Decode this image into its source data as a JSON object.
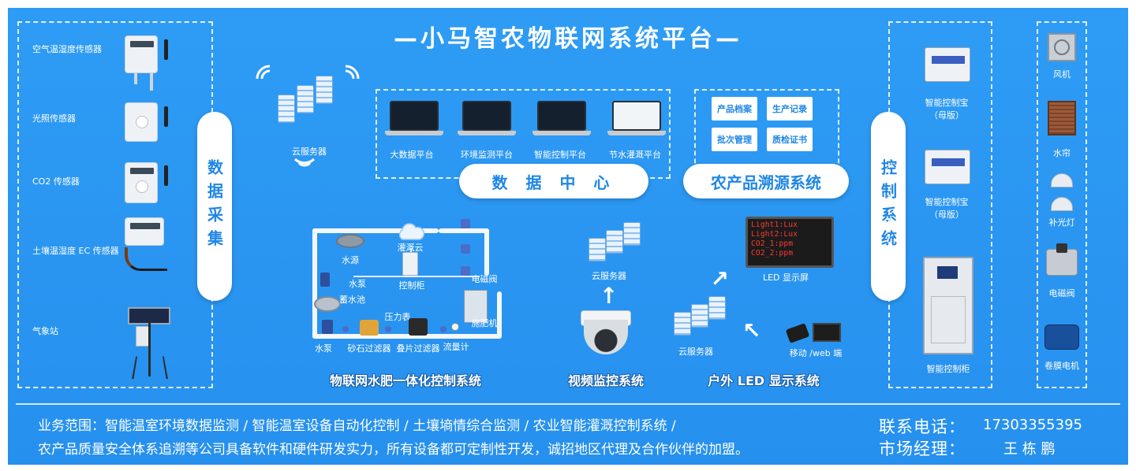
{
  "title": "—小马智农物联网系统平台—",
  "data_collection": {
    "pill": "数据采集",
    "sensors": [
      "空气温湿度传感器",
      "光照传感器",
      "CO2 传感器",
      "土壤温湿度 EC 传感器",
      "气象站"
    ]
  },
  "cloud_server_top": "云服务器",
  "data_center": {
    "pill": "数 据 中 心",
    "platforms": [
      "大数据平台",
      "环境监测平台",
      "智能控制平台",
      "节水灌溉平台"
    ]
  },
  "traceability": {
    "pill": "农产品溯源系统",
    "tiles": [
      "产品档案",
      "生产记录",
      "批次管理",
      "质检证书"
    ]
  },
  "irrigation": {
    "title": "物联网水肥一体化控制系统",
    "labels": {
      "water_source": "水源",
      "cloud": "灌溉云",
      "pump1": "水泵",
      "control_cabinet": "控制柜",
      "solenoid": "电磁阀",
      "reservoir": "蓄水池",
      "pressure": "压力表",
      "fertilizer": "施肥机",
      "pump2": "水泵",
      "sand_filter": "砂石过滤器",
      "disc_filter": "叠片过滤器",
      "flowmeter": "流量计"
    }
  },
  "video": {
    "title": "视频监控系统",
    "server": "云服务器"
  },
  "led_system": {
    "title": "户外 LED 显示系统",
    "server": "云服务器",
    "screen_label": "LED 显示屏",
    "client": "移动 /web 端",
    "screen_lines": [
      "Light1:Lux",
      "Light2:Lux",
      "CO2_1:ppm",
      "CO2_2:ppm"
    ]
  },
  "control_system": {
    "pill": "控制系统",
    "devices": [
      "智能控制宝",
      "（母版）",
      "智能控制宝",
      "（母版）",
      "智能控制柜"
    ]
  },
  "actuators": [
    "风机",
    "水帘",
    "补光灯",
    "电磁阀",
    "卷膜电机"
  ],
  "footer": {
    "line1": "业务范围：智能温室环境数据监测 / 智能温室设备自动化控制 / 土壤墒情综合监测 / 农业智能灌溉控制系统 /",
    "line2": "农产品质量安全体系追溯等公司具备软件和硬件研发实力，所有设备都可定制性开发，诚招地区代理及合作伙伴的加盟。",
    "phone_label": "联系电话：",
    "phone": "17303355395",
    "manager_label": "市场经理：",
    "manager": "王 栋 鹏"
  },
  "colors": {
    "background": "#2e9cf5",
    "accent": "#1f86e6",
    "led_text": "#ff3b2f"
  }
}
